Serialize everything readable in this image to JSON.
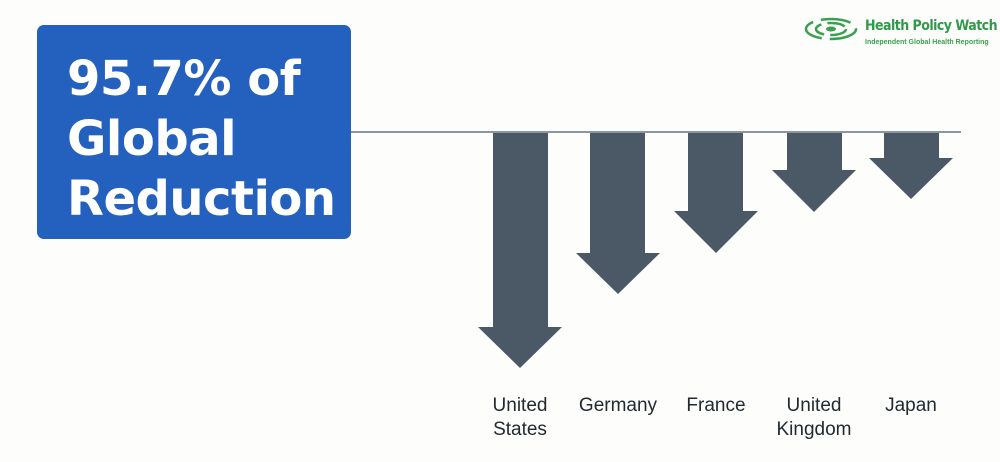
{
  "logo": {
    "title": "Health Policy Watch",
    "subtitle": "Independent Global Health Reporting",
    "color": "#2e9a4a"
  },
  "callout": {
    "lines": [
      "95.7% of",
      "Global",
      "Reduction"
    ],
    "background": "#2460be"
  },
  "chart_data": {
    "type": "bar",
    "title": "95.7% of Global Reduction",
    "subtitle": "",
    "xlabel": "",
    "ylabel": "",
    "orientation": "downward arrows from a common baseline",
    "categories": [
      "United States",
      "Germany",
      "France",
      "United Kingdom",
      "Japan"
    ],
    "values": [
      236,
      162,
      121,
      80,
      67
    ],
    "units": "relative arrow length (px), no numeric scale shown",
    "grid": false,
    "legend": null,
    "arrow_color": "#4a5965",
    "annotation": "95.7% of Global Reduction"
  },
  "labels": [
    {
      "line1": "United",
      "line2": "States"
    },
    {
      "line1": "Germany",
      "line2": ""
    },
    {
      "line1": "France",
      "line2": ""
    },
    {
      "line1": "United",
      "line2": "Kingdom"
    },
    {
      "line1": "Japan",
      "line2": ""
    }
  ]
}
